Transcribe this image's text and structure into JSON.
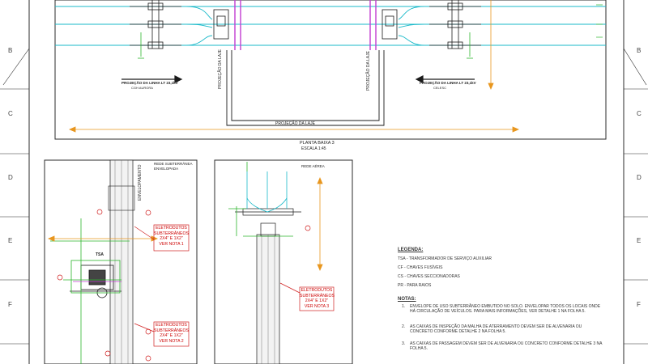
{
  "row_labels": [
    "B",
    "C",
    "D",
    "E",
    "F"
  ],
  "plan": {
    "arrow_left": [
      "PROJEÇÃO DA LINHA LT 23,1kV",
      "CGH AURORA"
    ],
    "arrow_right": [
      "PROJEÇÃO DA LINHA LT 23,1kV",
      "CELESC"
    ],
    "proj_laje_left": "PROJEÇÃO DA LAJE",
    "proj_laje_right": "PROJEÇÃO DA LAJE",
    "proj_laje_bottom": "PROJEÇÃO DA LAJE",
    "title": "PLANTA BAIXA 3",
    "scale": "ESCALA 1:45"
  },
  "details": {
    "left_header": [
      "REDE SUBTERRÂNEA",
      "ENVELOPADA"
    ],
    "envelopamento": "ENVELOPAMENTO",
    "tsa": "TSA",
    "note_box_1": [
      "ELETRODUTOS",
      "SUBTERRÂNEOS",
      "2X4\" E 1X2\"",
      "VER NOTA 1"
    ],
    "note_box_2": [
      "ELETRODUTOS",
      "SUBTERRÂNEOS",
      "2X4\" E 1X2\"",
      "VER NOTA 2"
    ],
    "right_header": "REDE AÉREA",
    "note_box_3": [
      "ELETRODUTOS",
      "SUBTERRÂNEOS",
      "2X4\" E 1X2\"",
      "VER NOTA 3"
    ]
  },
  "legend": {
    "title": "LEGENDA:",
    "items": [
      "TSA - TRANSFORMADOR DE SERVIÇO AUXILIAR",
      "CF - CHAVES FUSÍVEIS",
      "CS - CHAVES SECCIONADORAS",
      "PR - PARA RAIOS"
    ],
    "notes_title": "NOTAS:",
    "notes": [
      [
        "1.",
        "ENVELOPE DE USO SUBTERRÂNEO EMBUTIDO NO SOLO. ENVELOPAR TODOS OS LOCAIS ONDE",
        "HÁ CIRCULAÇÃO DE VEÍCULOS. PARA MAIS INFORMAÇÕES, VER DETALHE 1 NA FOLHA 5."
      ],
      [
        "2.",
        "AS CAIXAS DE INSPEÇÃO DA MALHA DE ATERRAMENTO DEVEM SER DE ALVENARIA OU",
        "CONCRETO CONFORME DETALHE 2 NA FOLHA 5."
      ],
      [
        "3.",
        "AS CAIXAS DE PASSAGEM DEVEM SER DE ALVENARIA OU CONCRETO CONFORME DETALHE 3 NA",
        "FOLHA 5."
      ]
    ]
  },
  "colors": {
    "frame": "#2b2b2b",
    "cyan": "#19b9c9",
    "magenta": "#c23bd1",
    "green": "#2cb52c",
    "orange": "#e8961e",
    "red": "#d01f1f",
    "black": "#1a1a1a"
  }
}
